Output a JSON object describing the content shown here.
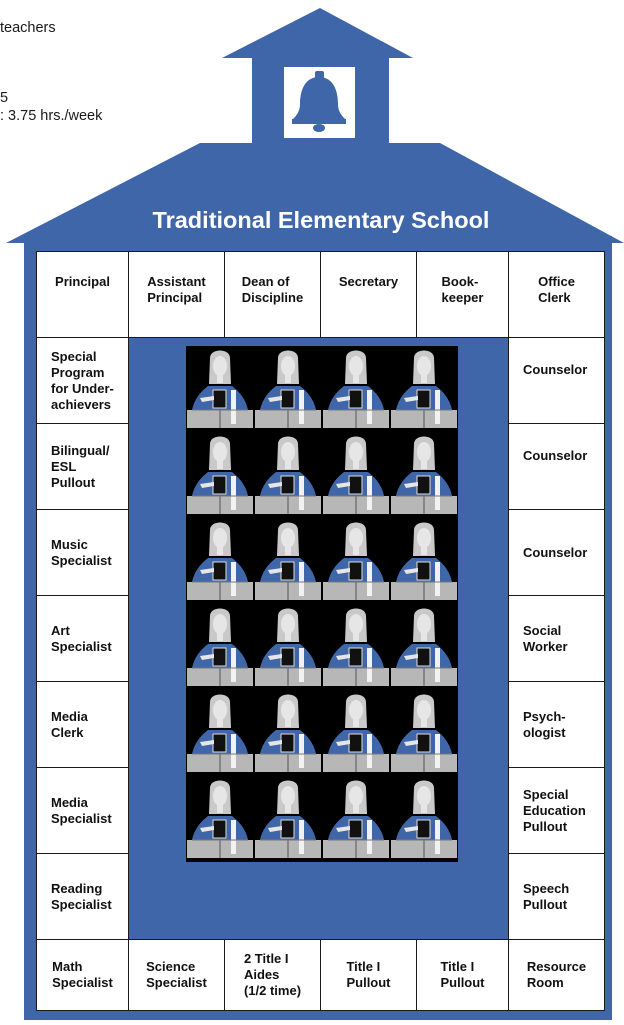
{
  "note_lines": [
    "teachers",
    "5",
    ": 3.75 hrs./week"
  ],
  "building_title": "Traditional Elementary School",
  "icons": {
    "bell": "bell-icon",
    "teacher": "teacher-figure-icon"
  },
  "colors": {
    "building_blue": "#3f66a8",
    "dark_blue": "#2d4f8c",
    "cell_bg": "#ffffff",
    "classroom_bg": "#000000",
    "desk": "#b7b7b7"
  },
  "top_row": [
    "Principal",
    "Assistant\nPrincipal",
    "Dean of\nDiscipline",
    "Secretary",
    "Book-\nkeeper",
    "Office\nClerk"
  ],
  "left_column": [
    "Special\nProgram\nfor Under-\nachievers",
    "Bilingual/\nESL\nPullout",
    "Music\nSpecialist",
    "Art\nSpecialist",
    "Media\nClerk",
    "Media\nSpecialist",
    "Reading\nSpecialist"
  ],
  "right_column": [
    "Counselor",
    "Counselor",
    "Counselor",
    "Social\nWorker",
    "Psych-\nologist",
    "Special\nEducation\nPullout",
    "Speech\nPullout"
  ],
  "bottom_row": [
    "Math\nSpecialist",
    "Science\nSpecialist",
    "2 Title I\nAides\n(1/2 time)",
    "Title I\nPullout",
    "Title I\nPullout",
    "Resource\nRoom"
  ],
  "classroom": {
    "rows": 6,
    "columns": 4,
    "teacher_count": 24
  }
}
